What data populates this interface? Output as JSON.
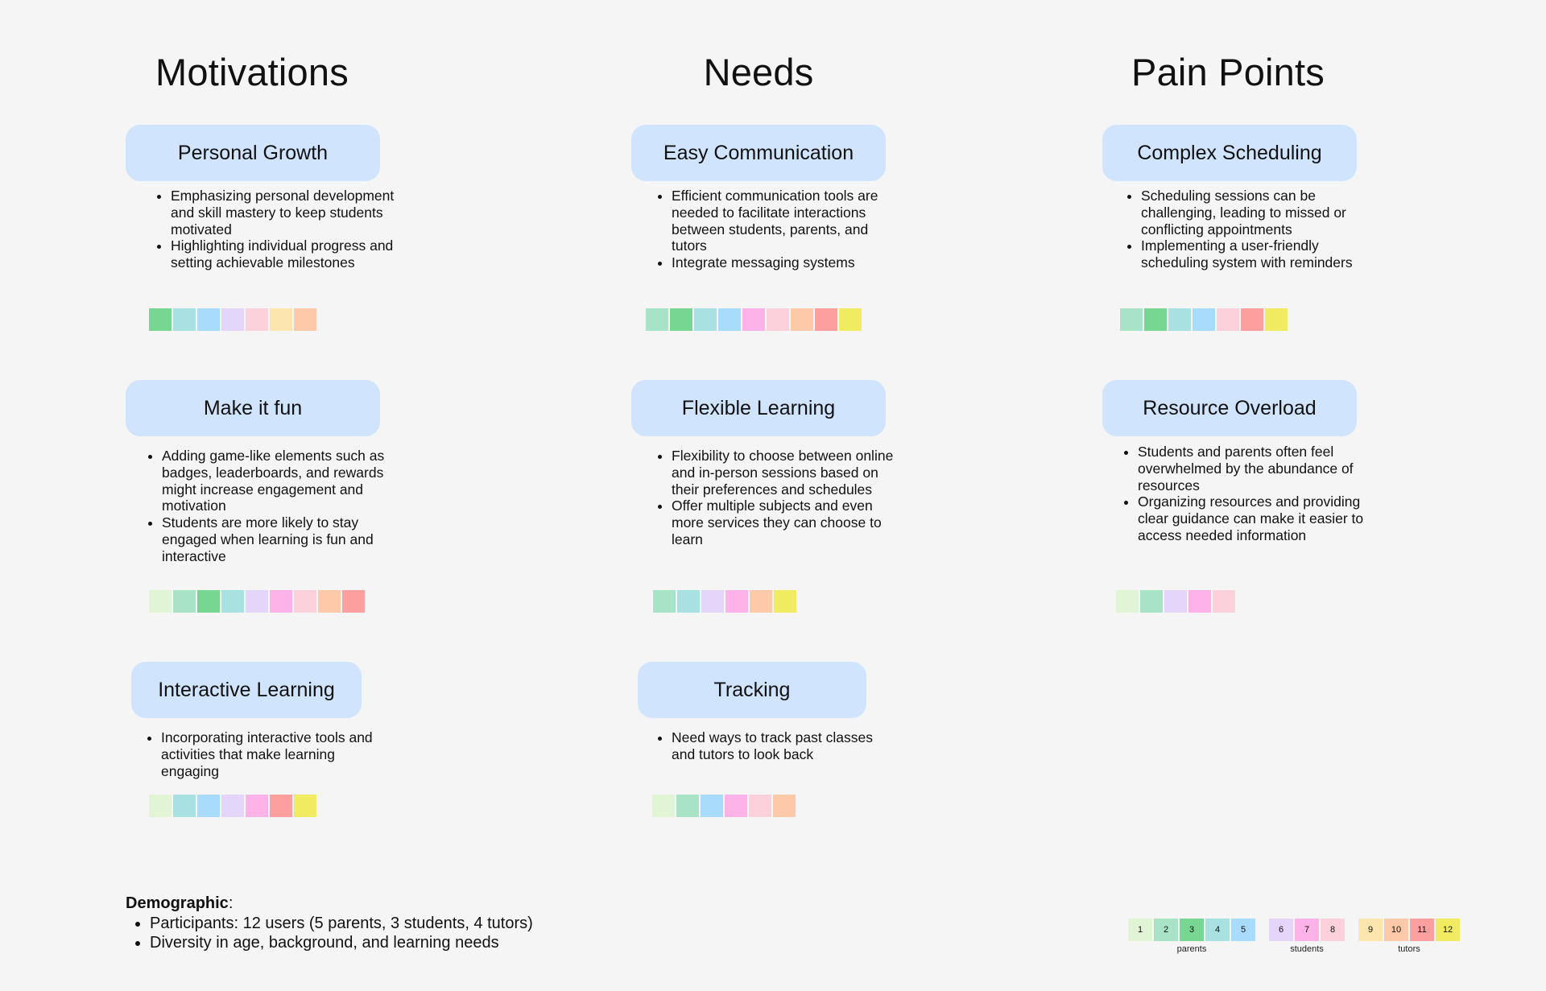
{
  "columns": [
    {
      "title": "Motivations",
      "cards": [
        {
          "title": "Personal Growth",
          "bullets": [
            "Emphasizing personal development and skill mastery to keep students motivated",
            "Highlighting individual progress and setting achievable milestones"
          ],
          "participants": [
            3,
            4,
            5,
            6,
            8,
            9,
            10
          ]
        },
        {
          "title": "Make it fun",
          "bullets": [
            "Adding game-like elements such as badges, leaderboards, and rewards might increase engagement and motivation",
            "Students are more likely to stay engaged when learning is fun and interactive"
          ],
          "participants": [
            1,
            2,
            3,
            4,
            6,
            7,
            8,
            10,
            11
          ]
        },
        {
          "title": "Interactive Learning",
          "bullets": [
            "Incorporating interactive tools and activities that make learning engaging"
          ],
          "participants": [
            1,
            4,
            5,
            6,
            7,
            11,
            12
          ]
        }
      ]
    },
    {
      "title": "Needs",
      "cards": [
        {
          "title": "Easy Communication",
          "bullets": [
            "Efficient communication tools are needed to facilitate interactions between students, parents, and tutors",
            "Integrate messaging systems"
          ],
          "participants": [
            2,
            3,
            4,
            5,
            7,
            8,
            10,
            11,
            12
          ]
        },
        {
          "title": "Flexible Learning",
          "bullets": [
            "Flexibility to choose between online and in-person sessions based on their preferences and schedules",
            "Offer multiple subjects and even more services they can choose to learn"
          ],
          "participants": [
            2,
            4,
            6,
            7,
            10,
            12
          ]
        },
        {
          "title": "Tracking",
          "bullets": [
            "Need ways to track past classes and tutors to look back"
          ],
          "participants": [
            1,
            2,
            5,
            7,
            8,
            10
          ]
        }
      ]
    },
    {
      "title": "Pain Points",
      "cards": [
        {
          "title": "Complex Scheduling",
          "bullets": [
            "Scheduling sessions can be challenging, leading to missed or conflicting appointments",
            "Implementing a user-friendly scheduling system with reminders"
          ],
          "participants": [
            2,
            3,
            4,
            5,
            8,
            11,
            12
          ]
        },
        {
          "title": "Resource Overload",
          "bullets": [
            "Students and parents often feel overwhelmed by the abundance of resources",
            "Organizing resources and providing clear guidance can make it easier to access needed information"
          ],
          "participants": [
            1,
            2,
            6,
            7,
            8
          ]
        }
      ]
    }
  ],
  "participant_colors": {
    "1": "#e1f5d6",
    "2": "#a8e3c7",
    "3": "#77d691",
    "4": "#a9e0e2",
    "5": "#a9dbfd",
    "6": "#e4d5fb",
    "7": "#fdb3e8",
    "8": "#fdd1dc",
    "9": "#fde6ad",
    "10": "#fdc9a8",
    "11": "#fd9f9f",
    "12": "#f0eb60"
  },
  "demographic": {
    "title": "Demographic",
    "colon": ":",
    "items": [
      "Participants: 12 users (5 parents, 3 students, 4 tutors)",
      "Diversity in age, background, and learning needs"
    ]
  },
  "legend": {
    "groups": [
      {
        "label": "parents",
        "numbers": [
          "1",
          "2",
          "3",
          "4",
          "5"
        ]
      },
      {
        "label": "students",
        "numbers": [
          "6",
          "7",
          "8"
        ]
      },
      {
        "label": "tutors",
        "numbers": [
          "9",
          "10",
          "11",
          "12"
        ]
      }
    ]
  }
}
